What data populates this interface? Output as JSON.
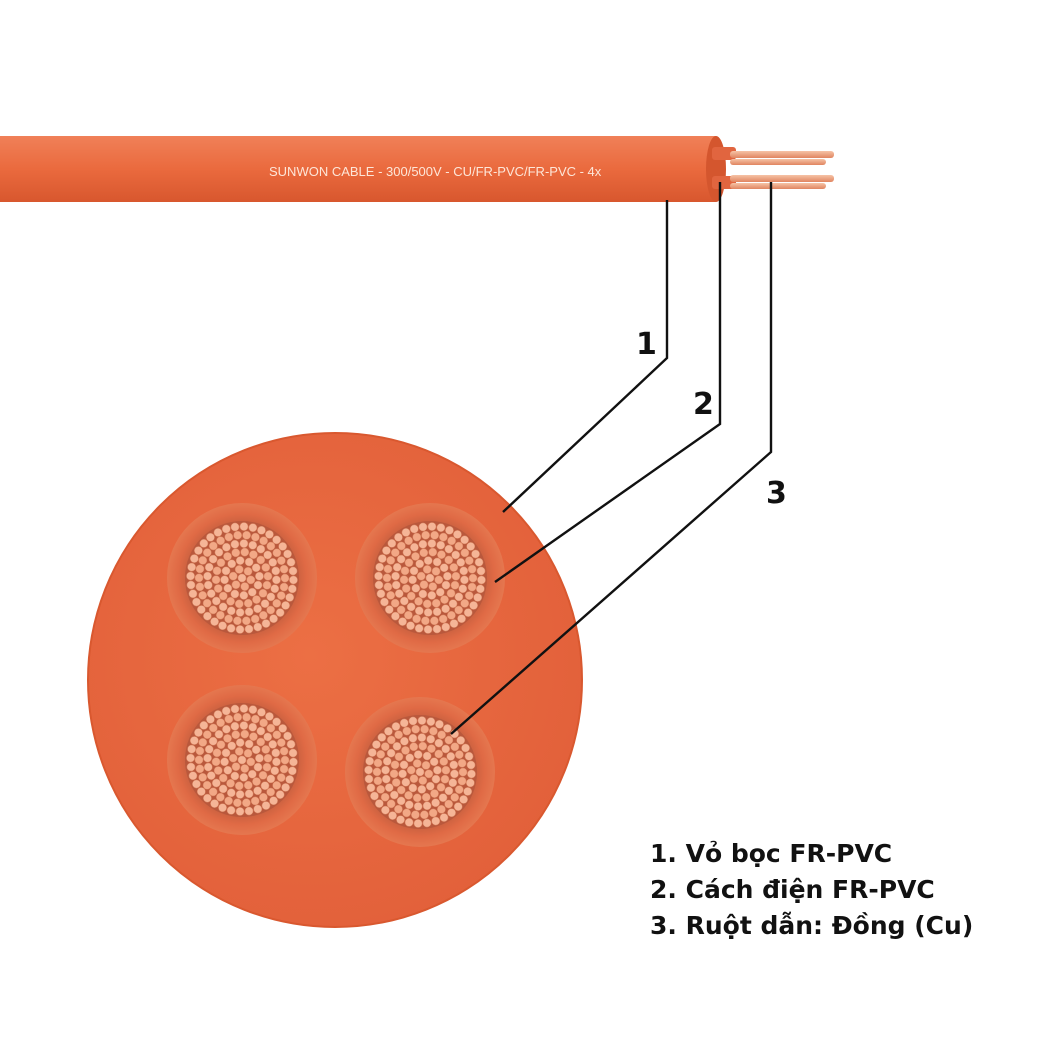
{
  "cable_print": "SUNWON CABLE - 300/500V - CU/FR-PVC/FR-PVC - 4x",
  "callouts": [
    "1",
    "2",
    "3"
  ],
  "legend": [
    "1. Vỏ bọc FR-PVC",
    "2. Cách điện FR-PVC",
    "3. Ruột dẫn: Đồng (Cu)"
  ],
  "colors": {
    "sheath": "#e8683e",
    "sheath_edge": "#d9582f",
    "insulation": "#e36a42",
    "copper": "#f1a783",
    "copper_dark": "#b9583c",
    "leader": "#111111"
  }
}
